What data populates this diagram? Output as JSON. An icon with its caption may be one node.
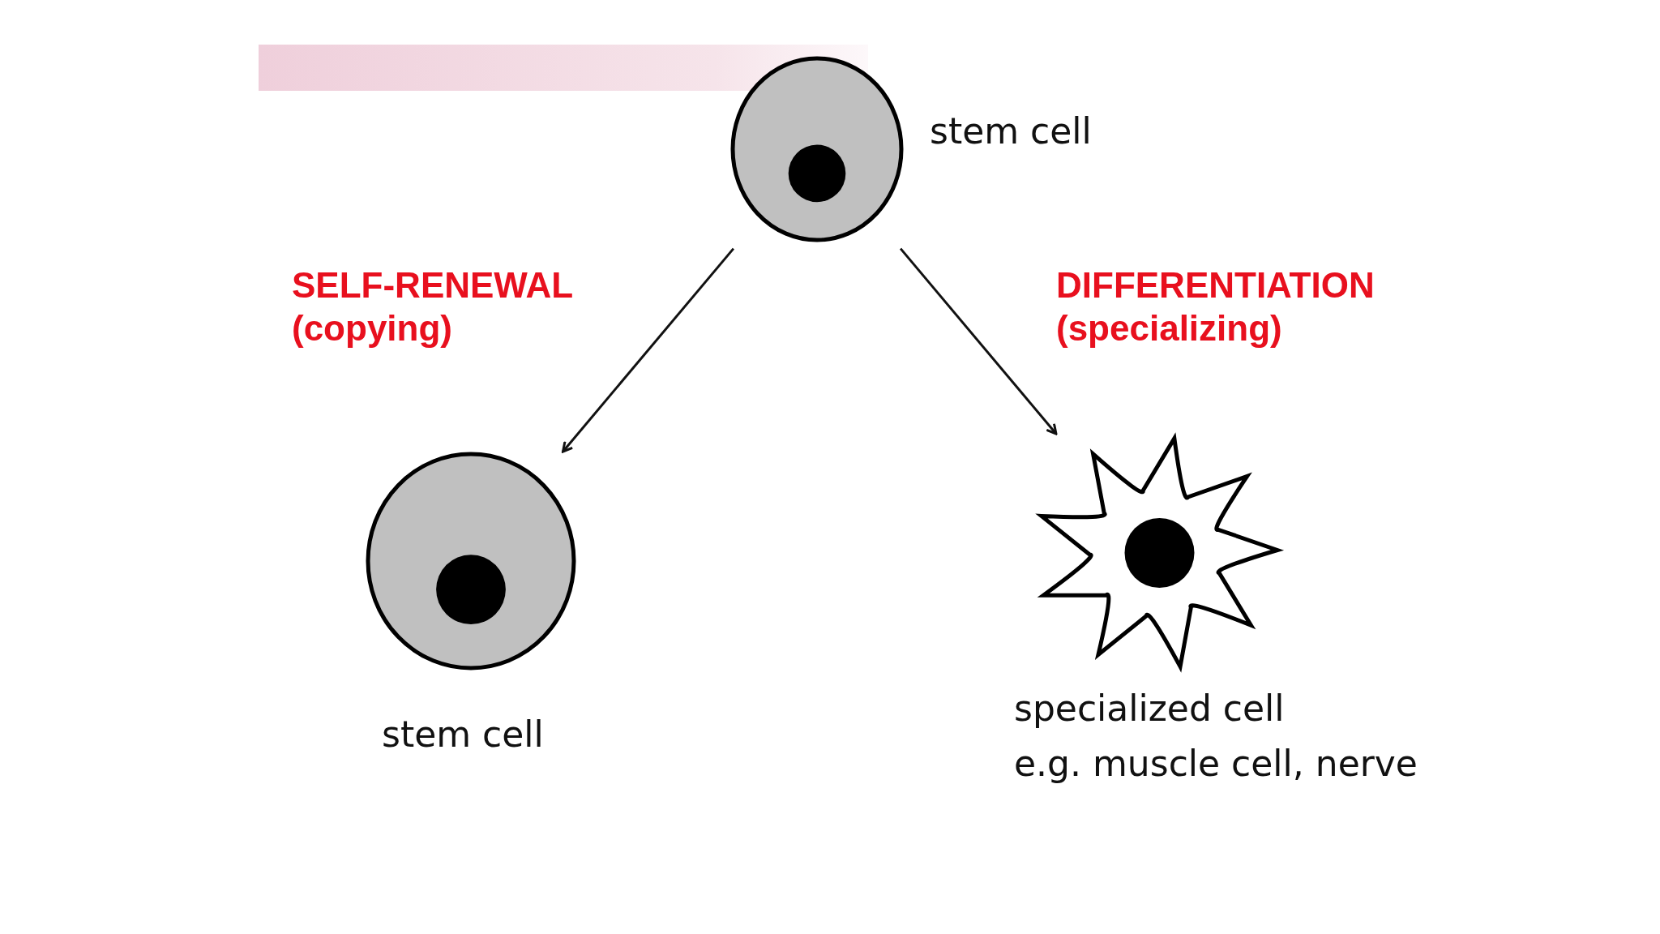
{
  "diagram": {
    "nodes": [
      {
        "text": [],
        "shape": "circle",
        "beside": [
          "stem cell"
        ]
      },
      {
        "text": [],
        "shape": "circle",
        "beside": [
          "stem cell"
        ]
      },
      {
        "text": [],
        "shape": "star",
        "beside": [
          "specialized cell",
          "e.g. muscle cell, nerve"
        ]
      }
    ],
    "edges": [
      {
        "from": 0,
        "to": 1,
        "arrow": "to",
        "label": "SELF-RENEWAL (copying)"
      },
      {
        "from": 0,
        "to": 2,
        "arrow": "to",
        "label": "DIFFERENTIATION (specializing)"
      }
    ]
  }
}
